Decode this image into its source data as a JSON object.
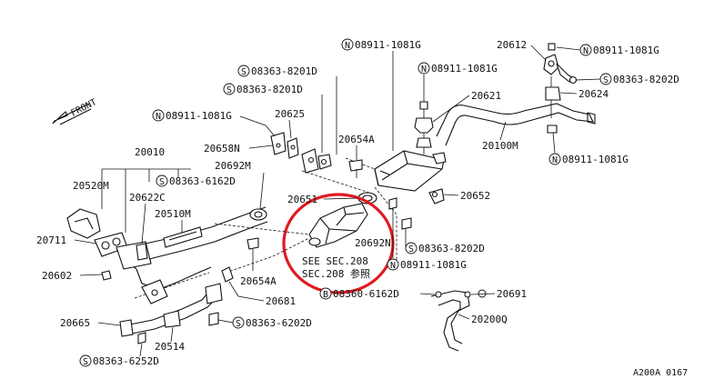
{
  "diagram": {
    "front_label": "FRONT",
    "drawing_code": "A200A 0167",
    "see_section": "SEE SEC.208",
    "see_section_jp": "SEC.208 参照",
    "highlight_color": "#e01a22",
    "labels": {
      "n_08911_1081g_a": "08911-1081G",
      "n_08911_1081g_b": "08911-1081G",
      "n_08911_1081g_c": "08911-1081G",
      "n_08911_1081g_d": "08911-1081G",
      "n_08911_1081g_e": "08911-1081G",
      "n_08911_1081g_f": "08911-1081G",
      "p_20612": "20612",
      "s_08363_8202d_a": "08363-8202D",
      "s_08363_8202d_b": "08363-8202D",
      "p_20624": "20624",
      "p_20621": "20621",
      "p_20100m": "20100M",
      "s_08363_8201d_a": "08363-8201D",
      "s_08363_8201d_b": "08363-8201D",
      "p_20625": "20625",
      "p_20654a_a": "20654A",
      "p_20654a_b": "20654A",
      "p_20658n": "20658N",
      "p_20010": "20010",
      "p_20692m": "20692M",
      "p_20692n": "20692N",
      "p_20520m": "20520M",
      "s_08363_6162d": "08363-6162D",
      "p_20622c": "20622C",
      "p_20510m": "20510M",
      "p_20651": "20651",
      "p_20652": "20652",
      "p_20711": "20711",
      "p_20602": "20602",
      "p_20681": "20681",
      "b_08360_6162d": "08360-6162D",
      "p_20691": "20691",
      "p_20200q": "20200Q",
      "p_20665": "20665",
      "p_20514": "20514",
      "s_08363_6202d": "08363-6202D",
      "s_08363_6252d": "08363-6252D"
    }
  }
}
